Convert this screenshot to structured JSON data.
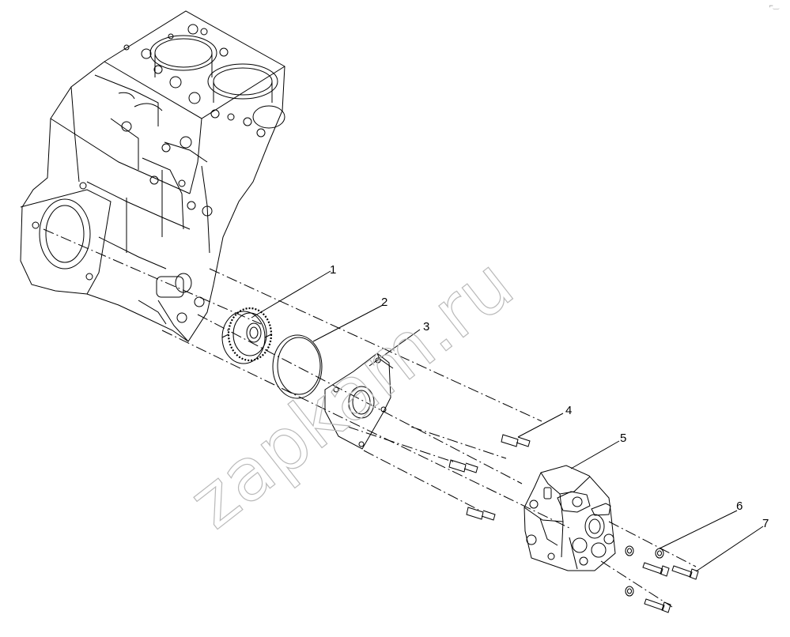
{
  "callouts": [
    {
      "id": "1",
      "label": "1"
    },
    {
      "id": "2",
      "label": "2"
    },
    {
      "id": "3",
      "label": "3"
    },
    {
      "id": "4",
      "label": "4"
    },
    {
      "id": "5",
      "label": "5"
    },
    {
      "id": "6",
      "label": "6"
    },
    {
      "id": "7",
      "label": "7"
    }
  ],
  "watermark": "zapkam.ru",
  "corner_mark": "⌐‿"
}
